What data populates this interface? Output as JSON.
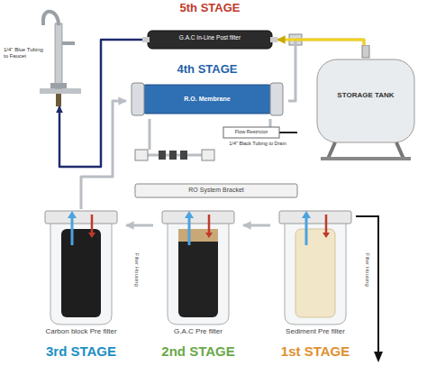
{
  "diagram": {
    "nodes": [
      {
        "text": [
          "1/4\" Blue Tubing to Faucet"
        ]
      },
      {
        "text": [
          "5th STAGE",
          "G.A.C In-Line Post filter"
        ]
      },
      {
        "text": [
          "STORAGE TANK"
        ]
      },
      {
        "text": [
          "4th STAGE",
          "R.O. Membrane"
        ]
      },
      {
        "text": [
          "Carbon block Pre filter",
          "3rd STAGE"
        ]
      },
      {
        "text": [
          "G.A.C Pre filter",
          "2nd STAGE"
        ]
      },
      {
        "text": [
          "Sediment Pre filter",
          "1st STAGE"
        ]
      }
    ],
    "edges": [
      {
        "from": 6,
        "to": 5,
        "arrow": "to"
      },
      {
        "from": 5,
        "to": 4,
        "arrow": "to"
      },
      {
        "from": 4,
        "to": 3,
        "arrow": "to"
      },
      {
        "from": 3,
        "to": 2,
        "arrow": "none"
      },
      {
        "from": 2,
        "to": 1,
        "arrow": "to"
      },
      {
        "from": 1,
        "to": 0,
        "arrow": "to"
      }
    ],
    "labels": [
      "Flow Restrictor",
      "1/4\" Black Tubing to Drain",
      "RO System Bracket",
      "Filter Housing",
      "Filter Housing"
    ]
  }
}
